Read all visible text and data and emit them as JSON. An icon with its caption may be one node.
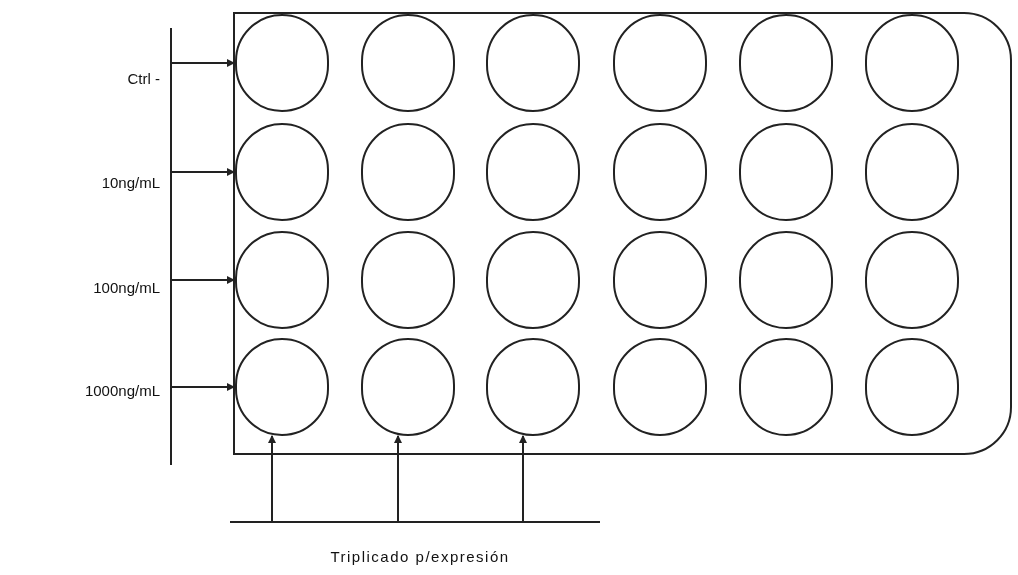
{
  "diagram": {
    "nodes": [
      {
        "text": [],
        "shape": "box"
      },
      {
        "text": [],
        "shape": "circle",
        "in": 0
      },
      {
        "text": [],
        "shape": "circle",
        "in": 0
      },
      {
        "text": [],
        "shape": "circle",
        "in": 0
      },
      {
        "text": [],
        "shape": "circle",
        "in": 0
      },
      {
        "text": [],
        "shape": "circle",
        "in": 0
      },
      {
        "text": [],
        "shape": "circle",
        "in": 0
      },
      {
        "text": [],
        "shape": "circle",
        "in": 0
      },
      {
        "text": [],
        "shape": "circle",
        "in": 0
      },
      {
        "text": [],
        "shape": "circle",
        "in": 0
      },
      {
        "text": [],
        "shape": "circle",
        "in": 0
      },
      {
        "text": [],
        "shape": "circle",
        "in": 0
      },
      {
        "text": [],
        "shape": "circle",
        "in": 0
      },
      {
        "text": [],
        "shape": "circle",
        "in": 0
      },
      {
        "text": [],
        "shape": "circle",
        "in": 0
      },
      {
        "text": [],
        "shape": "circle",
        "in": 0
      },
      {
        "text": [],
        "shape": "circle",
        "in": 0
      },
      {
        "text": [],
        "shape": "circle",
        "in": 0
      },
      {
        "text": [],
        "shape": "circle",
        "in": 0
      },
      {
        "text": [],
        "shape": "circle",
        "in": 0
      },
      {
        "text": [],
        "shape": "circle",
        "in": 0
      },
      {
        "text": [],
        "shape": "circle",
        "in": 0
      },
      {
        "text": [],
        "shape": "circle",
        "in": 0
      },
      {
        "text": [],
        "shape": "circle",
        "in": 0
      },
      {
        "text": [],
        "shape": "circle",
        "in": 0
      }
    ],
    "edges": [
      {
        "from": null,
        "to": 1,
        "arrow": "to"
      },
      {
        "from": null,
        "to": 7,
        "arrow": "to"
      },
      {
        "from": null,
        "to": 13,
        "arrow": "to"
      },
      {
        "from": null,
        "to": 19,
        "arrow": "to"
      },
      {
        "from": null,
        "to": 19,
        "arrow": "to"
      },
      {
        "from": null,
        "to": 20,
        "arrow": "to"
      },
      {
        "from": null,
        "to": 21,
        "arrow": "to"
      }
    ],
    "labels": [
      "Ctrl -",
      "10ng/mL",
      "100ng/mL",
      "1000ng/mL",
      "Triplicado p/expresión"
    ]
  }
}
